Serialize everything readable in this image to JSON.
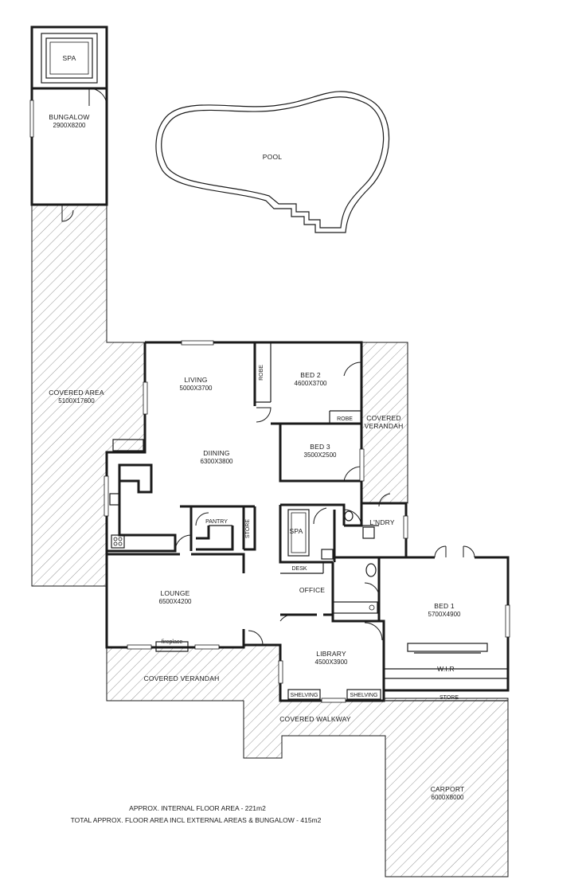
{
  "rooms": {
    "spa_outdoor": {
      "name": "SPA"
    },
    "bungalow": {
      "name": "BUNGALOW",
      "dims": "2900X8200"
    },
    "pool": {
      "name": "POOL"
    },
    "covered_area": {
      "name": "COVERED AREA",
      "dims": "5100X17600"
    },
    "living": {
      "name": "LIVING",
      "dims": "5000X3700"
    },
    "dining": {
      "name": "DIINING",
      "dims": "6300X3800"
    },
    "robe_living": {
      "name": "ROBE"
    },
    "bed2": {
      "name": "BED 2",
      "dims": "4600X3700"
    },
    "robe_bed2": {
      "name": "ROBE"
    },
    "covered_verandah_side": {
      "name": "COVERED VERANDAH"
    },
    "bed3": {
      "name": "BED 3",
      "dims": "3500X2500"
    },
    "pantry": {
      "name": "PANTRY"
    },
    "store_pantry": {
      "name": "STORE"
    },
    "spa_bath": {
      "name": "SPA"
    },
    "laundry": {
      "name": "L'NDRY"
    },
    "desk": {
      "name": "DESK"
    },
    "office": {
      "name": "OFFICE"
    },
    "lounge": {
      "name": "LOUNGE",
      "dims": "6500X4200"
    },
    "fireplace": {
      "name": "fireplace"
    },
    "bed1": {
      "name": "BED 1",
      "dims": "5700X4900"
    },
    "wir": {
      "name": "W.I.R"
    },
    "library": {
      "name": "LIBRARY",
      "dims": "4500X3900"
    },
    "shelving_left": {
      "name": "SHELVING"
    },
    "shelving_right": {
      "name": "SHELVING"
    },
    "store_carport": {
      "name": "STORE"
    },
    "covered_verandah_front": {
      "name": "COVERED VERANDAH"
    },
    "covered_walkway": {
      "name": "COVERED WALKWAY"
    },
    "carport": {
      "name": "CARPORT",
      "dims": "6000X8000"
    }
  },
  "notes": {
    "internal_area": "APPROX. INTERNAL FLOOR AREA - 221m2",
    "total_area": "TOTAL APPROX. FLOOR AREA INCL EXTERNAL AREAS & BUNGALOW - 415m2"
  }
}
